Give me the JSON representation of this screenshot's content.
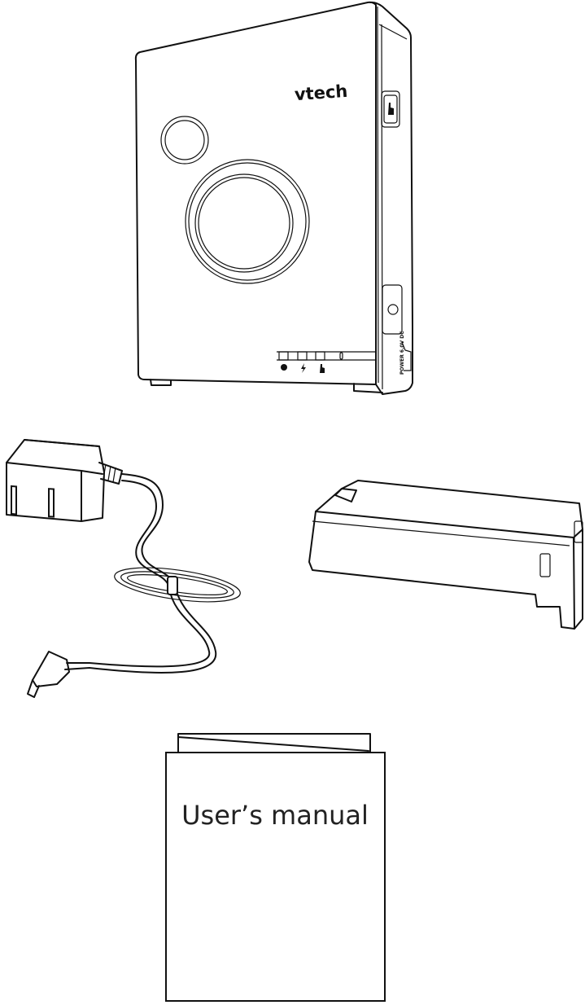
{
  "base_unit": {
    "logo": "vtech",
    "power_label": "POWER 6.0V DC",
    "indicator_icons": [
      "alert-icon",
      "charge-icon",
      "find-handset-icon"
    ]
  },
  "manual": {
    "title": "User’s manual"
  },
  "items": [
    "base-unit",
    "power-adapter",
    "battery-pack",
    "users-manual"
  ]
}
